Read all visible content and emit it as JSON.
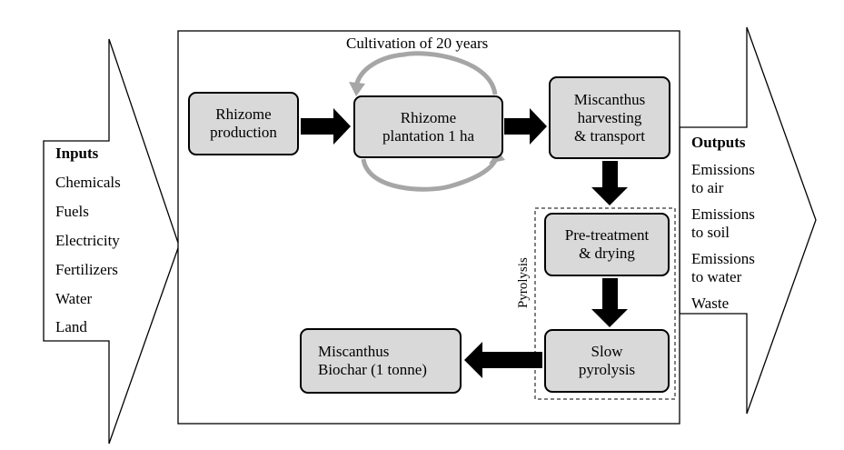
{
  "title": "Cultivation of 20 years",
  "inputs": {
    "heading": "Inputs",
    "items": [
      "Chemicals",
      "Fuels",
      "Electricity",
      "Fertilizers",
      "Water",
      "Land"
    ]
  },
  "outputs": {
    "heading": "Outputs",
    "items": [
      "Emissions\nto air",
      "Emissions\nto soil",
      "Emissions\nto water",
      "Waste"
    ]
  },
  "boxes": {
    "rhizome_production": "Rhizome\nproduction",
    "rhizome_plantation": "Rhizome\nplantation 1 ha",
    "miscanthus_harvesting": "Miscanthus\nharvesting\n& transport",
    "pretreatment": "Pre-treatment\n& drying",
    "slow_pyrolysis": "Slow\npyrolysis",
    "biochar": "Miscanthus\nBiochar (1 tonne)"
  },
  "pyrolysis_label": "Pyrolysis",
  "colors": {
    "box_fill": "#d9d9d9",
    "cycle_arrow": "#a6a6a6",
    "flow_arrow": "#000000"
  }
}
